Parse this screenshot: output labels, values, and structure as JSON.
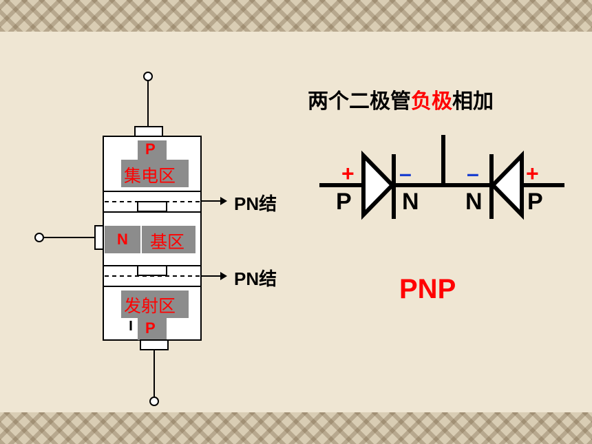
{
  "heading": {
    "part1": "两个二极管",
    "part2": "负极",
    "part3": "相加"
  },
  "transistor": {
    "collector_letter": "P",
    "collector_region": "集电区",
    "base_letter": "N",
    "base_region": "基区",
    "emitter_region": "发射区",
    "emitter_letter": "P",
    "junction_upper": "PN结",
    "junction_lower": "PN结"
  },
  "diodes": {
    "left_sign": "+",
    "left_letter": "P",
    "left_cathode_sign": "–",
    "left_cathode_letter": "N",
    "right_cathode_sign": "–",
    "right_cathode_letter": "N",
    "right_sign": "+",
    "right_letter": "P"
  },
  "type_label": "PNP",
  "colors": {
    "accent_red": "#ff0000",
    "minus_blue": "#1a3fd0",
    "region_gray": "#8c8c8c",
    "background": "#efe6d3"
  }
}
